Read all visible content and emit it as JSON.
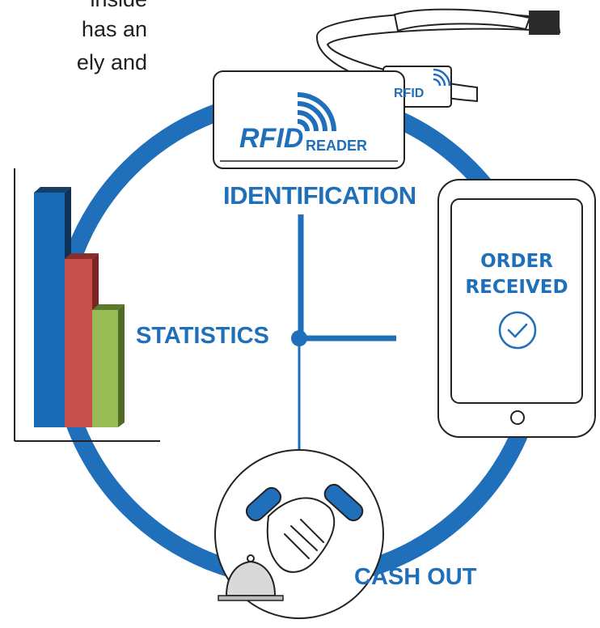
{
  "intro_text": {
    "line1": "inside",
    "line2": "has an",
    "line3": "ely  and"
  },
  "steps": {
    "identification": "IDENTIFICATION",
    "statistics": "STATISTICS",
    "cash_out": "CASH OUT",
    "order_line1": "ORDER",
    "order_line2": "RECEIVED"
  },
  "reader": {
    "brand": "RFID",
    "suffix": "READER"
  },
  "wristband": {
    "brand": "RFID"
  },
  "colors": {
    "accent_blue": "#1f6fba",
    "bar_blue": "#1a6bb6",
    "bar_red": "#c64f4c",
    "bar_green": "#99bb55"
  },
  "icons": {
    "check": "check-circle-icon",
    "handshake": "handshake-icon",
    "bell": "service-bell-icon",
    "signal": "rfid-signal-icon"
  }
}
